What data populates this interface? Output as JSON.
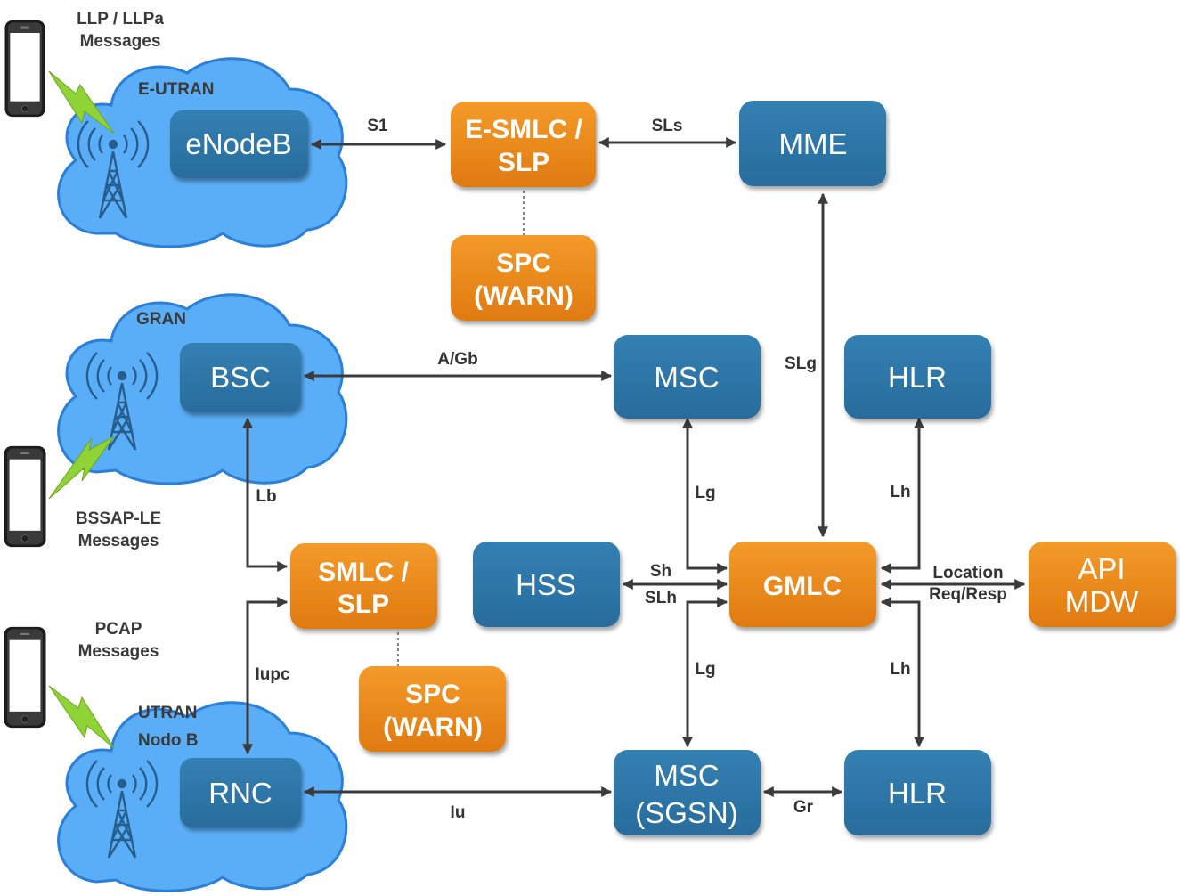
{
  "colors": {
    "blue_node": "#2f77a8",
    "orange_node": "#ea8a1c",
    "cloud": "#5aaef7",
    "lightning": "#8fd336",
    "link": "#3b3b3b"
  },
  "clouds": {
    "eutran": {
      "label": "E-UTRAN"
    },
    "gran": {
      "label": "GRAN"
    },
    "utran": {
      "label": "UTRAN",
      "sublabel": "Nodo B"
    }
  },
  "messages": {
    "llp": {
      "line1": "LLP / LLPa",
      "line2": "Messages"
    },
    "bssap": {
      "line1": "BSSAP-LE",
      "line2": "Messages"
    },
    "pcap": {
      "line1": "PCAP",
      "line2": "Messages"
    }
  },
  "nodes": {
    "enodeb": {
      "line1": "eNodeB"
    },
    "bsc": {
      "line1": "BSC"
    },
    "rnc": {
      "line1": "RNC"
    },
    "esmlc": {
      "line1": "E-SMLC /",
      "line2": "SLP"
    },
    "spc_top": {
      "line1": "SPC",
      "line2": "(WARN)"
    },
    "mme": {
      "line1": "MME"
    },
    "msc_top": {
      "line1": "MSC"
    },
    "hlr_top": {
      "line1": "HLR"
    },
    "smlc": {
      "line1": "SMLC /",
      "line2": "SLP"
    },
    "spc_bottom": {
      "line1": "SPC",
      "line2": "(WARN)"
    },
    "hss": {
      "line1": "HSS"
    },
    "gmlc": {
      "line1": "GMLC"
    },
    "api": {
      "line1": "API",
      "line2": "MDW"
    },
    "msc_sgsn": {
      "line1": "MSC",
      "line2": "(SGSN)"
    },
    "hlr_bottom": {
      "line1": "HLR"
    }
  },
  "edges": {
    "s1": "S1",
    "sls": "SLs",
    "agb": "A/Gb",
    "slg": "SLg",
    "lb": "Lb",
    "lg_top": "Lg",
    "lh_top": "Lh",
    "sh": "Sh",
    "slh": "SLh",
    "location": "Location",
    "req_resp": "Req/Resp",
    "iupc": "Iupc",
    "lg_bottom": "Lg",
    "lh_bottom": "Lh",
    "iu": "Iu",
    "gr": "Gr"
  }
}
